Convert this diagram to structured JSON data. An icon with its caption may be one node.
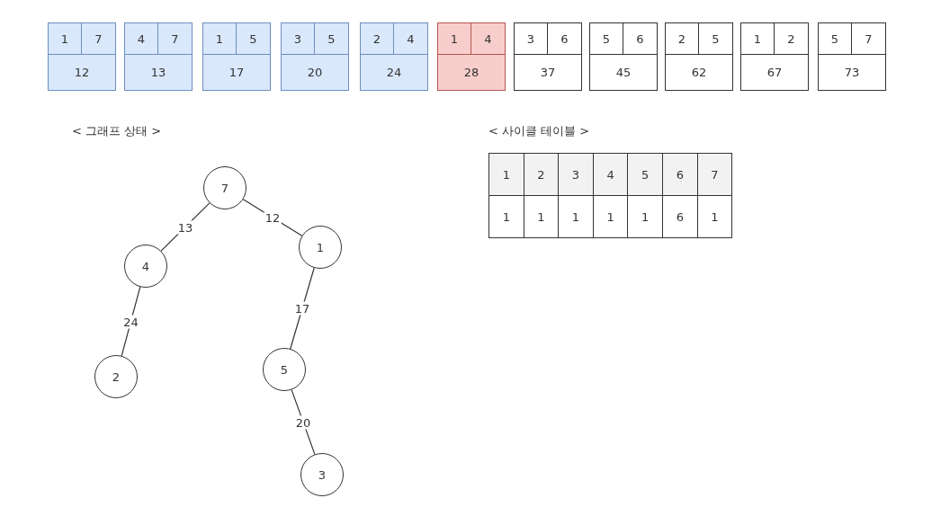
{
  "diagram": {
    "nodes": [
      {
        "text": [
          "1",
          "7",
          "12"
        ]
      },
      {
        "text": [
          "4",
          "7",
          "13"
        ]
      },
      {
        "text": [
          "1",
          "5",
          "17"
        ]
      },
      {
        "text": [
          "3",
          "5",
          "20"
        ]
      },
      {
        "text": [
          "2",
          "4",
          "24"
        ]
      },
      {
        "text": [
          "1",
          "4",
          "28"
        ]
      },
      {
        "text": [
          "3",
          "6",
          "37"
        ]
      },
      {
        "text": [
          "5",
          "6",
          "45"
        ]
      },
      {
        "text": [
          "2",
          "5",
          "62"
        ]
      },
      {
        "text": [
          "1",
          "2",
          "67"
        ]
      },
      {
        "text": [
          "5",
          "7",
          "73"
        ]
      },
      {
        "text": [
          "7"
        ]
      },
      {
        "text": [
          "4"
        ]
      },
      {
        "text": [
          "1"
        ]
      },
      {
        "text": [
          "2"
        ]
      },
      {
        "text": [
          "5"
        ]
      },
      {
        "text": [
          "3"
        ]
      }
    ],
    "edges": [
      {
        "from": 11,
        "to": 12,
        "arrow": "none",
        "label": "13"
      },
      {
        "from": 11,
        "to": 13,
        "arrow": "none",
        "label": "12"
      },
      {
        "from": 12,
        "to": 14,
        "arrow": "none",
        "label": "24"
      },
      {
        "from": 13,
        "to": 15,
        "arrow": "none",
        "label": "17"
      },
      {
        "from": 15,
        "to": 16,
        "arrow": "none",
        "label": "20"
      }
    ],
    "labels": [
      "< 그래프 상태 >",
      "< 사이클 테이블 >",
      "1",
      "2",
      "3",
      "4",
      "5",
      "6",
      "7",
      "1",
      "1",
      "1",
      "1",
      "1",
      "6",
      "1"
    ]
  }
}
